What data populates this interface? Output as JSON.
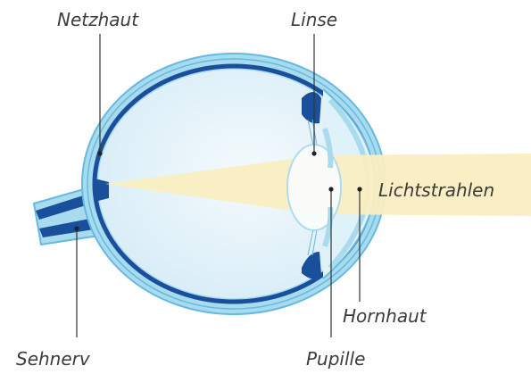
{
  "labels": {
    "retina": "Netzhaut",
    "lens": "Linse",
    "light_rays": "Lichtstrahlen",
    "cornea": "Hornhaut",
    "pupil": "Pupille",
    "optic_nerve": "Sehnerv"
  },
  "colors": {
    "outer_wall": "#a9dbef",
    "wall_edge": "#66b9df",
    "vitreous": "#e9f5fb",
    "retina_line": "#1a4f9c",
    "lens_fill": "#ffffff",
    "iris": "#1a4f9c",
    "light_beam": "#faeec1",
    "leader_line": "#333333"
  }
}
